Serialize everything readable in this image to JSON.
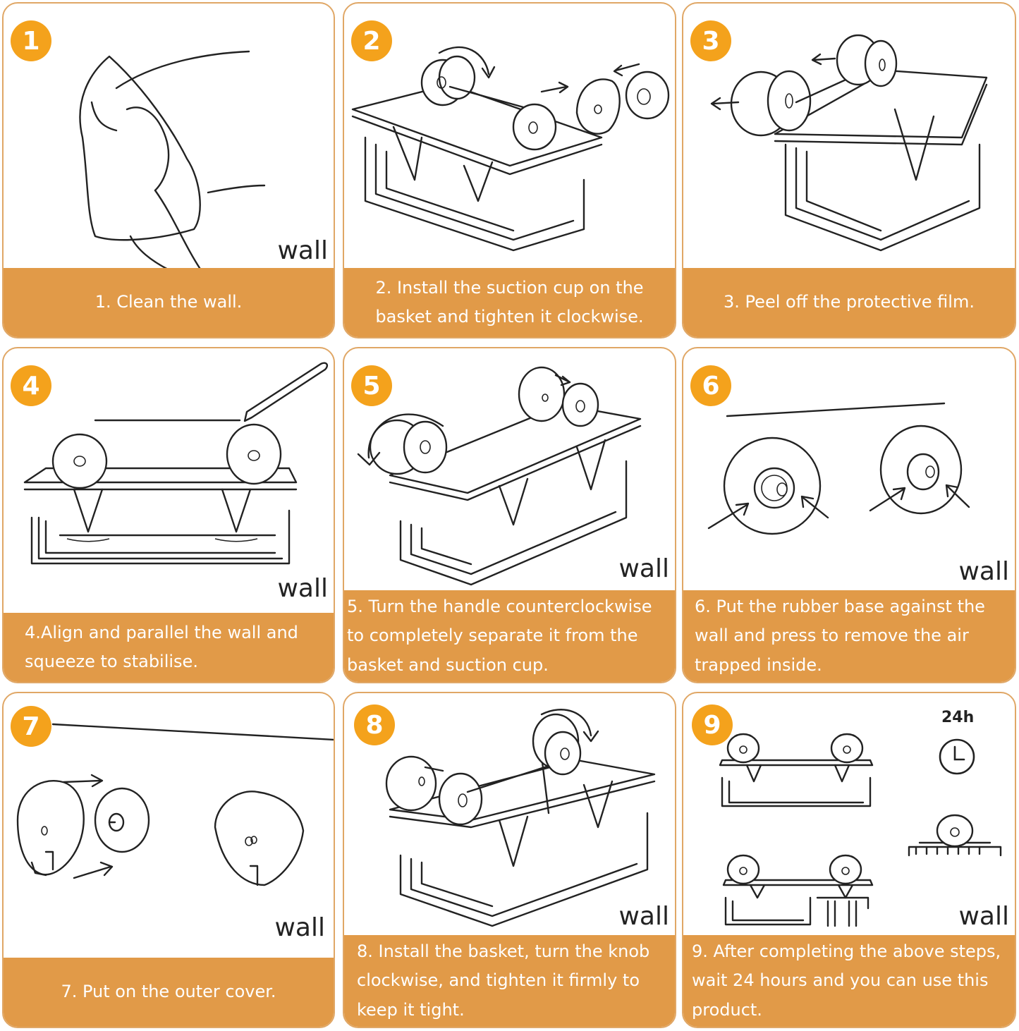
{
  "wall_label": "wall",
  "clock": {
    "label": "24h",
    "icon": "clock-icon"
  },
  "steps": [
    {
      "number": "1",
      "caption": "1. Clean the wall."
    },
    {
      "number": "2",
      "caption": "2. Install the suction cup on the basket and tighten it clockwise."
    },
    {
      "number": "3",
      "caption": "3. Peel off the protective film."
    },
    {
      "number": "4",
      "caption": "4.Align and parallel the wall and squeeze to stabilise."
    },
    {
      "number": "5",
      "caption": "5. Turn the handle counterclockwise to completely separate it from the basket and suction cup."
    },
    {
      "number": "6",
      "caption": "6. Put the rubber base against the wall and press to remove the air trapped inside."
    },
    {
      "number": "7",
      "caption": "7. Put on the outer cover."
    },
    {
      "number": "8",
      "caption": "8. Install the basket, turn the knob clockwise, and tighten it firmly to keep it tight."
    },
    {
      "number": "9",
      "caption": "9. After completing the above steps, wait 24 hours and you can use this product."
    }
  ],
  "colors": {
    "badge": "#f4a21c",
    "caption_bg": "#e19a48",
    "border": "#e0a766"
  }
}
